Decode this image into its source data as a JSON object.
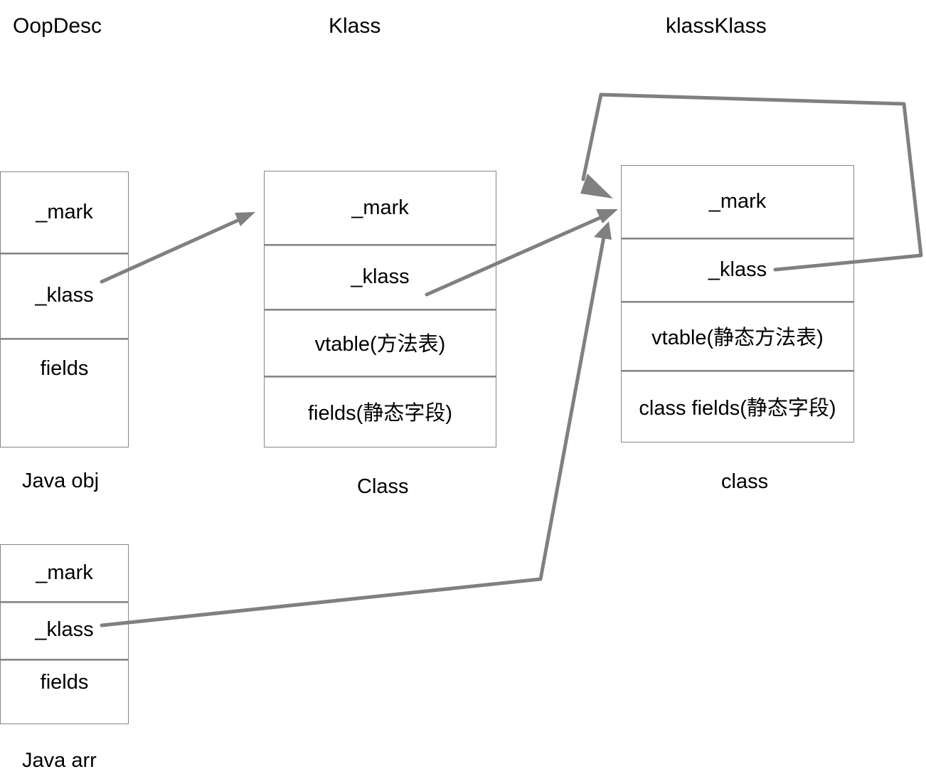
{
  "headers": [
    {
      "id": "oopdesc",
      "label": "OopDesc"
    },
    {
      "id": "klass",
      "label": "Klass"
    },
    {
      "id": "klassklass",
      "label": "klassKlass"
    }
  ],
  "boxes": [
    {
      "id": "java-obj",
      "caption": "Java obj",
      "rows": [
        {
          "label": "_mark"
        },
        {
          "label": "_klass"
        },
        {
          "label": "fields"
        }
      ]
    },
    {
      "id": "klass",
      "caption": "Class",
      "rows": [
        {
          "label": "_mark"
        },
        {
          "label": "_klass"
        },
        {
          "label": "vtable(方法表)"
        },
        {
          "label": "fields(静态字段)"
        }
      ]
    },
    {
      "id": "klassklass",
      "caption": "class",
      "rows": [
        {
          "label": "_mark"
        },
        {
          "label": "_klass"
        },
        {
          "label": "vtable(静态方法表)"
        },
        {
          "label": "class fields(静态字段)"
        }
      ]
    },
    {
      "id": "java-arr",
      "caption": "Java arr",
      "rows": [
        {
          "label": "_mark"
        },
        {
          "label": "_klass"
        },
        {
          "label": "fields"
        }
      ]
    }
  ],
  "arrows": [
    {
      "id": "obj-klass-to-klass-box",
      "from": "java-obj._klass",
      "to": "klass._mark"
    },
    {
      "id": "klass-klass-to-klassklass",
      "from": "klass._klass",
      "to": "klassklass._mark"
    },
    {
      "id": "arr-klass-to-klassklass",
      "from": "java-arr._klass",
      "to": "klassklass._mark"
    },
    {
      "id": "klassklass-self-loop",
      "from": "klassklass._klass",
      "to": "klassklass._mark"
    }
  ],
  "style": {
    "stroke_color": "#808080",
    "box_border_color": "#868686",
    "text_color": "#000000",
    "background": "#ffffff",
    "stroke_width": 5
  }
}
